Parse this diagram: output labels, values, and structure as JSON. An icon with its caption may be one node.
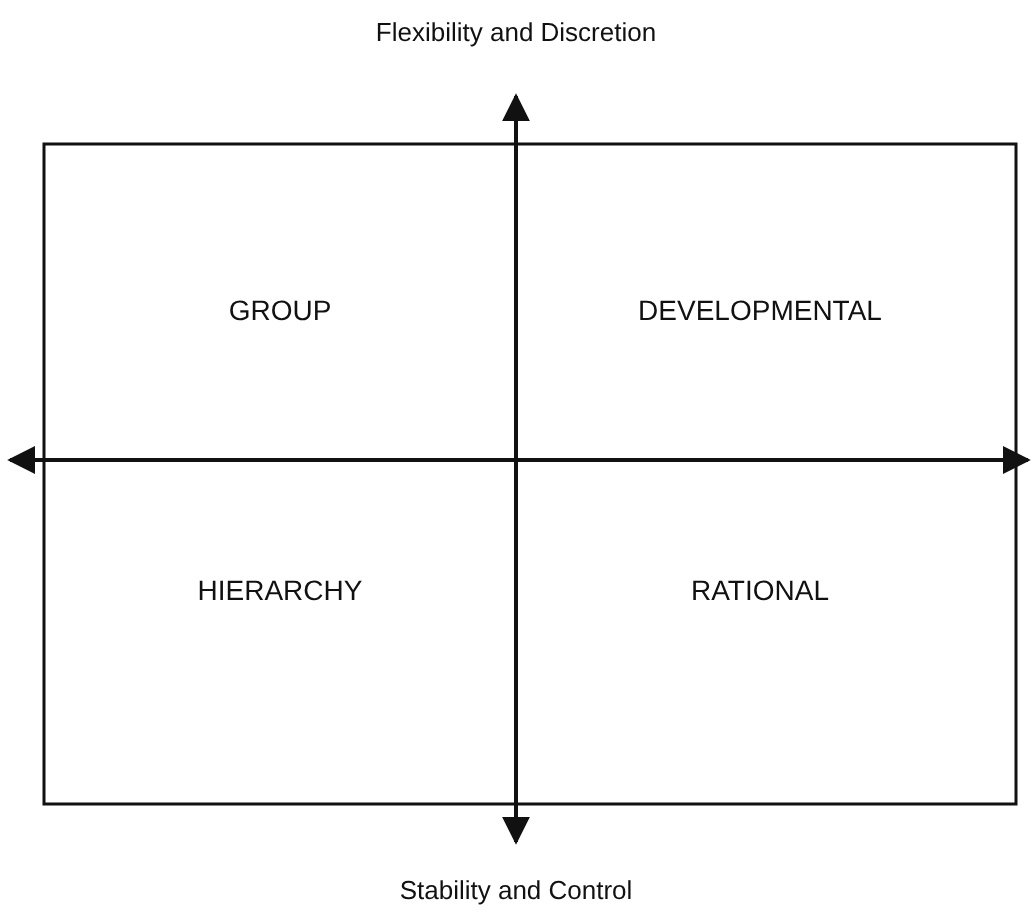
{
  "diagram": {
    "nodes": [
      {
        "text": [
          "GROUP"
        ]
      },
      {
        "text": [
          "DEVELOPMENTAL"
        ]
      },
      {
        "text": [
          "HIERARCHY"
        ]
      },
      {
        "text": [
          "RATIONAL"
        ]
      }
    ],
    "labels": [
      "Flexibility and Discretion",
      "Stability and Control"
    ]
  }
}
